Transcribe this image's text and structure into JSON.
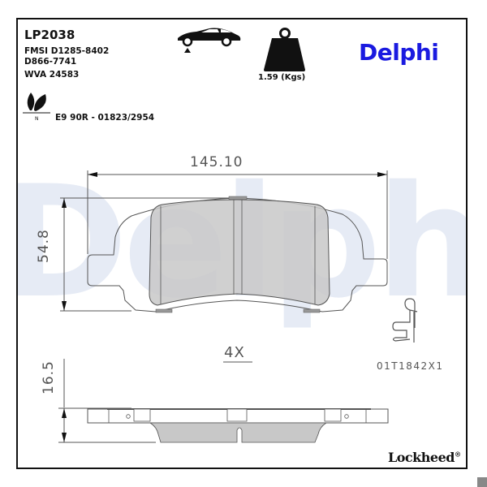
{
  "header": {
    "part_number": "LP2038",
    "fmsi_line1": "FMSI D1285-8402",
    "fmsi_line2": "D866-7741",
    "wva": "WVA 24583",
    "ece_approval": "E9 90R - 01823/2954",
    "eco_mark_letter": "N",
    "weight": "1.59 (Kgs)"
  },
  "brand": {
    "name": "Delphi",
    "color": "#1a1ae0",
    "watermark": "Delphi",
    "footer_brand": "Lockheed",
    "footer_mark": "®"
  },
  "icons": {
    "axle_position": "car-front-axle-icon",
    "weight": "weight-icon",
    "eco": "leaf-eco-icon"
  },
  "drawing": {
    "width_dim": "145.10",
    "height_dim": "54.8",
    "thickness_dim": "16.5",
    "quantity": "4X",
    "clip_code": "01T1842X1",
    "friction_color": "#c8c8c8",
    "line_color": "#555555"
  }
}
